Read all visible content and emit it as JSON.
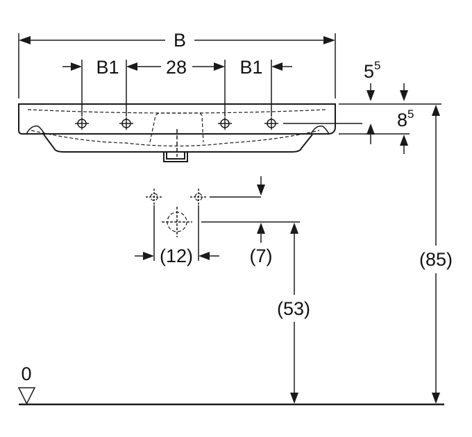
{
  "labels": {
    "overall_width": "B",
    "side_spacing_left": "B1",
    "center_spacing": "28",
    "side_spacing_right": "B1",
    "offset_main": "5",
    "offset_sup": "5",
    "rim_main": "8",
    "rim_sup": "5",
    "outlet_spacing": "(12)",
    "outlet_offset": "(7)",
    "outlet_height": "(53)",
    "total_height": "(85)",
    "floor_level": "0"
  }
}
